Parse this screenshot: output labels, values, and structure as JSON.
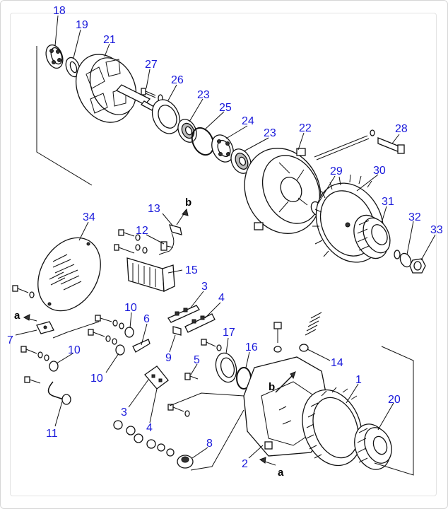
{
  "diagram": {
    "callouts": [
      {
        "id": "c18",
        "text": "18"
      },
      {
        "id": "c19",
        "text": "19"
      },
      {
        "id": "c21",
        "text": "21"
      },
      {
        "id": "c27",
        "text": "27"
      },
      {
        "id": "c26",
        "text": "26"
      },
      {
        "id": "c23a",
        "text": "23"
      },
      {
        "id": "c25",
        "text": "25"
      },
      {
        "id": "c24",
        "text": "24"
      },
      {
        "id": "c23b",
        "text": "23"
      },
      {
        "id": "c22",
        "text": "22"
      },
      {
        "id": "c28",
        "text": "28"
      },
      {
        "id": "c29",
        "text": "29"
      },
      {
        "id": "c30",
        "text": "30"
      },
      {
        "id": "c31",
        "text": "31"
      },
      {
        "id": "c32",
        "text": "32"
      },
      {
        "id": "c33",
        "text": "33"
      },
      {
        "id": "c34",
        "text": "34"
      },
      {
        "id": "c13",
        "text": "13"
      },
      {
        "id": "c12",
        "text": "12"
      },
      {
        "id": "c15",
        "text": "15"
      },
      {
        "id": "c3a",
        "text": "3"
      },
      {
        "id": "c4a",
        "text": "4"
      },
      {
        "id": "c10a",
        "text": "10"
      },
      {
        "id": "c6",
        "text": "6"
      },
      {
        "id": "c7",
        "text": "7"
      },
      {
        "id": "c9",
        "text": "9"
      },
      {
        "id": "c10b",
        "text": "10"
      },
      {
        "id": "c10c",
        "text": "10"
      },
      {
        "id": "c17",
        "text": "17"
      },
      {
        "id": "c16",
        "text": "16"
      },
      {
        "id": "c14",
        "text": "14"
      },
      {
        "id": "c5",
        "text": "5"
      },
      {
        "id": "c1",
        "text": "1"
      },
      {
        "id": "c20",
        "text": "20"
      },
      {
        "id": "c3b",
        "text": "3"
      },
      {
        "id": "c4b",
        "text": "4"
      },
      {
        "id": "c11",
        "text": "11"
      },
      {
        "id": "c8",
        "text": "8"
      },
      {
        "id": "c2",
        "text": "2"
      }
    ],
    "ref_labels": [
      {
        "id": "rb1",
        "text": "b"
      },
      {
        "id": "ra1",
        "text": "a"
      },
      {
        "id": "rb2",
        "text": "b"
      },
      {
        "id": "ra2",
        "text": "a"
      }
    ]
  }
}
